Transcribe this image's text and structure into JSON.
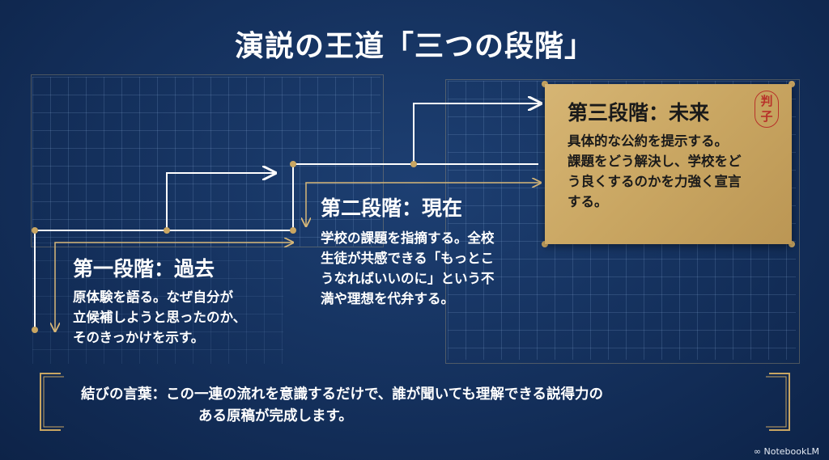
{
  "title": "演説の王道「三つの段階」",
  "steps": [
    {
      "title": "第一段階：過去",
      "body": [
        "原体験を語る。なぜ自分が",
        "立候補しようと思ったのか、",
        "そのきっかけを示す。"
      ]
    },
    {
      "title": "第二段階：現在",
      "body": [
        "学校の課題を指摘する。全校",
        "生徒が共感できる「もっとこ",
        "うなればいいのに」という不",
        "満や理想を代弁する。"
      ]
    },
    {
      "title": "第三段階：未来",
      "body": [
        "具体的な公約を提示する。",
        "課題をどう解決し、学校をど",
        "う良くするのかを力強く宣言",
        "する。"
      ],
      "seal": [
        "判",
        "子"
      ]
    }
  ],
  "conclusion": {
    "line1": "結びの言葉：この一連の流れを意識するだけで、誰が聞いても理解できる説得力の",
    "line2": "ある原稿が完成します。"
  },
  "watermark": "NotebookLM",
  "colors": {
    "background": "#14305c",
    "gold": "#c9a662",
    "line": "#ffffff",
    "accent_line": "#d7b778",
    "seal": "#b8322a"
  }
}
